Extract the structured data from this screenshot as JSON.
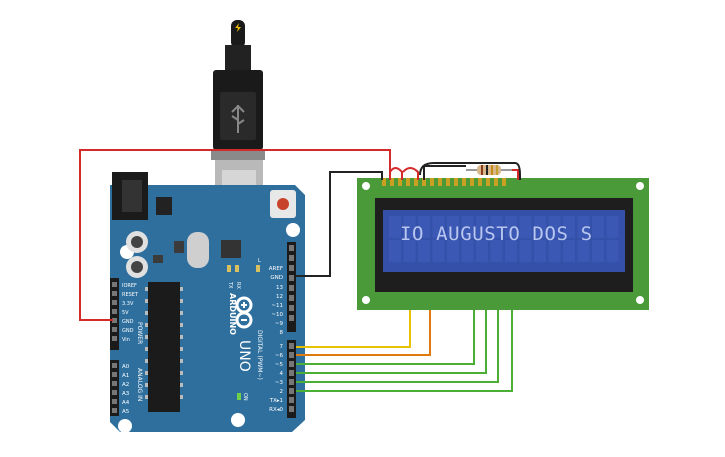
{
  "lcd": {
    "text": "IO AUGUSTO DOS S"
  },
  "arduino": {
    "brand": "ARDUINO",
    "model": "UNO",
    "digital_label": "DIGITAL (PWM~)",
    "power_label": "POWER",
    "analog_label": "ANALOG IN",
    "tx_led": "TX",
    "rx_led": "RX",
    "l_led": "L",
    "on_led": "ON",
    "top_header_labels": [
      "AREF",
      "GND",
      "13",
      "12",
      "~11",
      "~10",
      "~9",
      "8"
    ],
    "lower_header_labels": [
      "7",
      "~6",
      "~5",
      "4",
      "~3",
      "2",
      "TX▸1",
      "RX◂0"
    ],
    "power_header_labels": [
      "IOREF",
      "RESET",
      "3.3V",
      "5V",
      "GND",
      "GND",
      "Vin"
    ],
    "analog_header_labels": [
      "A0",
      "A1",
      "A2",
      "A3",
      "A4",
      "A5"
    ]
  },
  "colors": {
    "board": "#2e6f9e",
    "lcd_pcb": "#4a9a3a",
    "lcd_screen": "#3450a8",
    "lcd_text": "#b8c6f0",
    "wire_red": "#d42a2a",
    "wire_black": "#222222",
    "wire_yellow": "#e6c200",
    "wire_orange": "#e07a10",
    "wire_green": "#4caf35"
  }
}
